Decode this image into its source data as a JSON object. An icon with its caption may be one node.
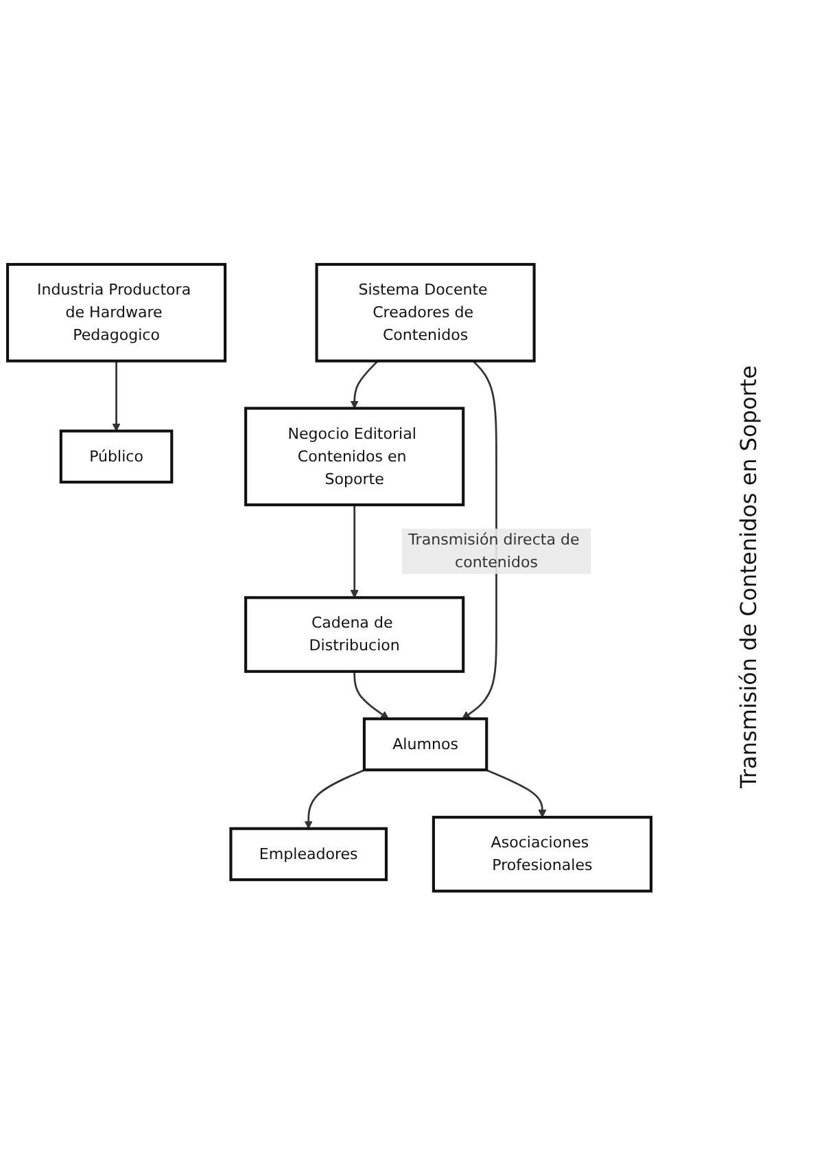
{
  "diagram": {
    "nodes": [
      {
        "text": [
          "Industria Productora de Hardware Pedagogico"
        ]
      },
      {
        "text": [
          "Sistema Docente Creadores de Contenidos"
        ]
      },
      {
        "text": [
          "Negocio Editorial Contenidos en Soporte"
        ]
      },
      {
        "text": [
          "Cadena de Distribucion"
        ]
      },
      {
        "text": [
          "Público"
        ]
      },
      {
        "text": [
          "Alumnos"
        ]
      },
      {
        "text": [
          "Empleadores"
        ]
      },
      {
        "text": [
          "Asociaciones Profesionales"
        ]
      }
    ],
    "edges": [
      {
        "from": 0,
        "to": 4,
        "arrow": "to"
      },
      {
        "from": 1,
        "to": 2,
        "arrow": "to"
      },
      {
        "from": 2,
        "to": 3,
        "arrow": "to"
      },
      {
        "from": 3,
        "to": 5,
        "arrow": "to"
      },
      {
        "from": 1,
        "to": 5,
        "arrow": "to",
        "label": "Transmisión directa de contenidos"
      },
      {
        "from": 5,
        "to": 6,
        "arrow": "to"
      },
      {
        "from": 5,
        "to": 7,
        "arrow": "to"
      }
    ],
    "labels": [
      "Transmisión de Contenidos en Soporte"
    ]
  }
}
